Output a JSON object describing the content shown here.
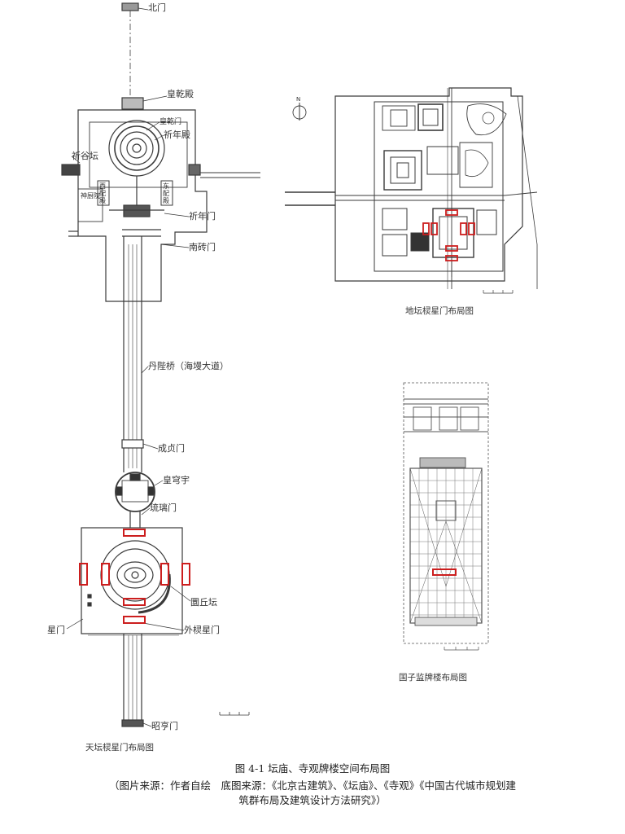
{
  "temple_of_heaven": {
    "labels": {
      "north_gate": "北门",
      "huangqian_hall": "皇乾殿",
      "huangqian_gate": "皇乾门",
      "qinian_hall": "祈年殿",
      "qigu_altar": "祈谷坛",
      "west_hall": "西配殿",
      "east_hall": "东配殿",
      "shensheng_yard": "神厨院",
      "qinian_gate": "祈年门",
      "south_brick_gate": "南砖门",
      "danbi_bridge": "丹陛桥（海墁大道）",
      "chengzhen_gate": "成贞门",
      "huangqiongyu": "皇穹宇",
      "glazed_gate": "琉璃门",
      "circular_mound": "圜丘坛",
      "star_gate": "星门",
      "outer_lingxing_gate": "外棂星门",
      "zhaoheng_gate": "昭亨门"
    },
    "caption": "天坛棂星门布局图"
  },
  "altar_of_earth": {
    "caption": "地坛棂星门布局图"
  },
  "imperial_academy": {
    "caption": "国子监牌楼布局图"
  },
  "figure_title": "图 4-1 坛庙、寺观牌楼空间布局图",
  "source_line1": "（图片来源：作者自绘　底图来源：《北京古建筑》、《坛庙》、《寺观》《中国古代城市规划建",
  "source_line2": "筑群布局及建筑设计方法研究》）",
  "colors": {
    "line": "#3a3a3a",
    "highlight": "#cc1e1e",
    "paper": "#ffffff"
  },
  "icons": {
    "north_arrow": "north-arrow-icon",
    "scale_bar": "scale-bar-icon"
  }
}
